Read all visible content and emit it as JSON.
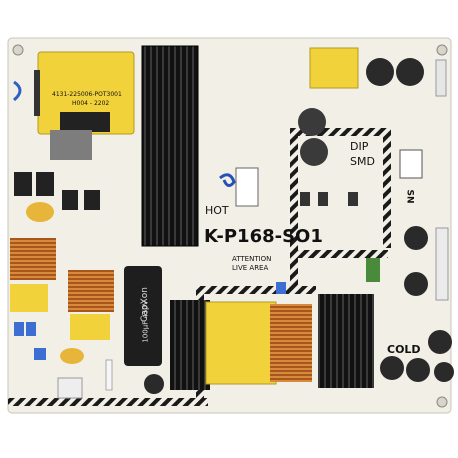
{
  "board": {
    "model": "K-P168-SO1",
    "hot_label": "HOT",
    "cold_label": "COLD",
    "dip_label": "DIP",
    "smd_label": "SMD",
    "attention_line1": "ATTENTION",
    "attention_line2": "LIVE AREA",
    "sn_label": "SN",
    "transformer_part": "4131-225006-POT3001",
    "transformer_sub": "H004 - 2202",
    "cap_brand": "CapXon",
    "cap_spec": "100μF 450V"
  },
  "colors": {
    "pcb": "#f1efe6",
    "silk_black": "#1a1a1a",
    "transformer_yellow": "#f2d23a",
    "heatsink": "#1c1c1c",
    "copper": "#c8742a"
  }
}
